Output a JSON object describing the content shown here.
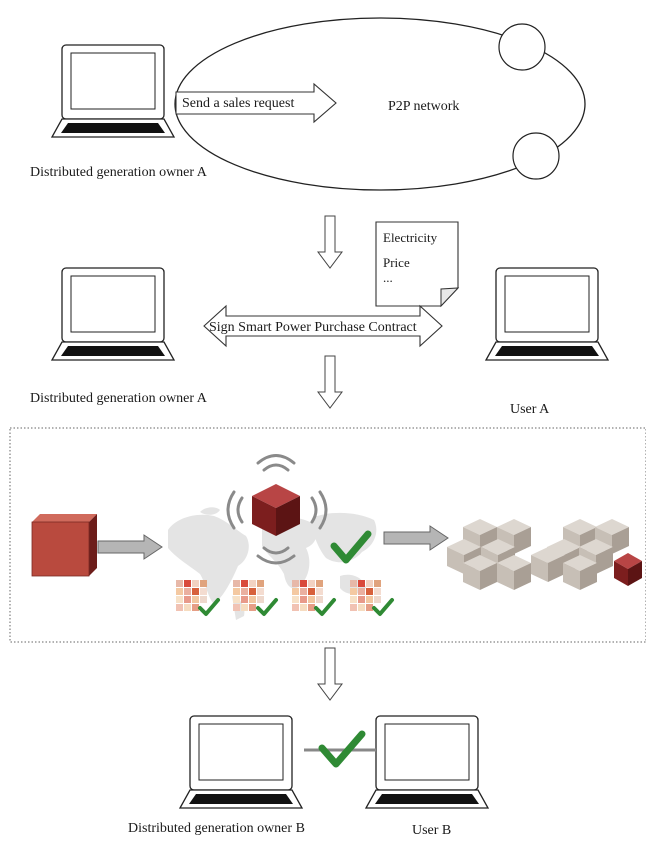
{
  "step1": {
    "owner_label": "Distributed generation owner A",
    "request_label": "Send a sales request",
    "network_label": "P2P network"
  },
  "document": {
    "lines": [
      "Electricity",
      "Price",
      "..."
    ]
  },
  "step2": {
    "contract_label": "Sign Smart Power Purchase Contract",
    "owner_label": "Distributed generation owner A",
    "user_label": "User A"
  },
  "step4": {
    "owner_label": "Distributed generation owner B",
    "user_label": "User B"
  },
  "colors": {
    "accent_block": "#a33a30",
    "dark_block": "#7a2020",
    "check": "#2f8a34",
    "gray_cube": "#c9c2ba"
  }
}
